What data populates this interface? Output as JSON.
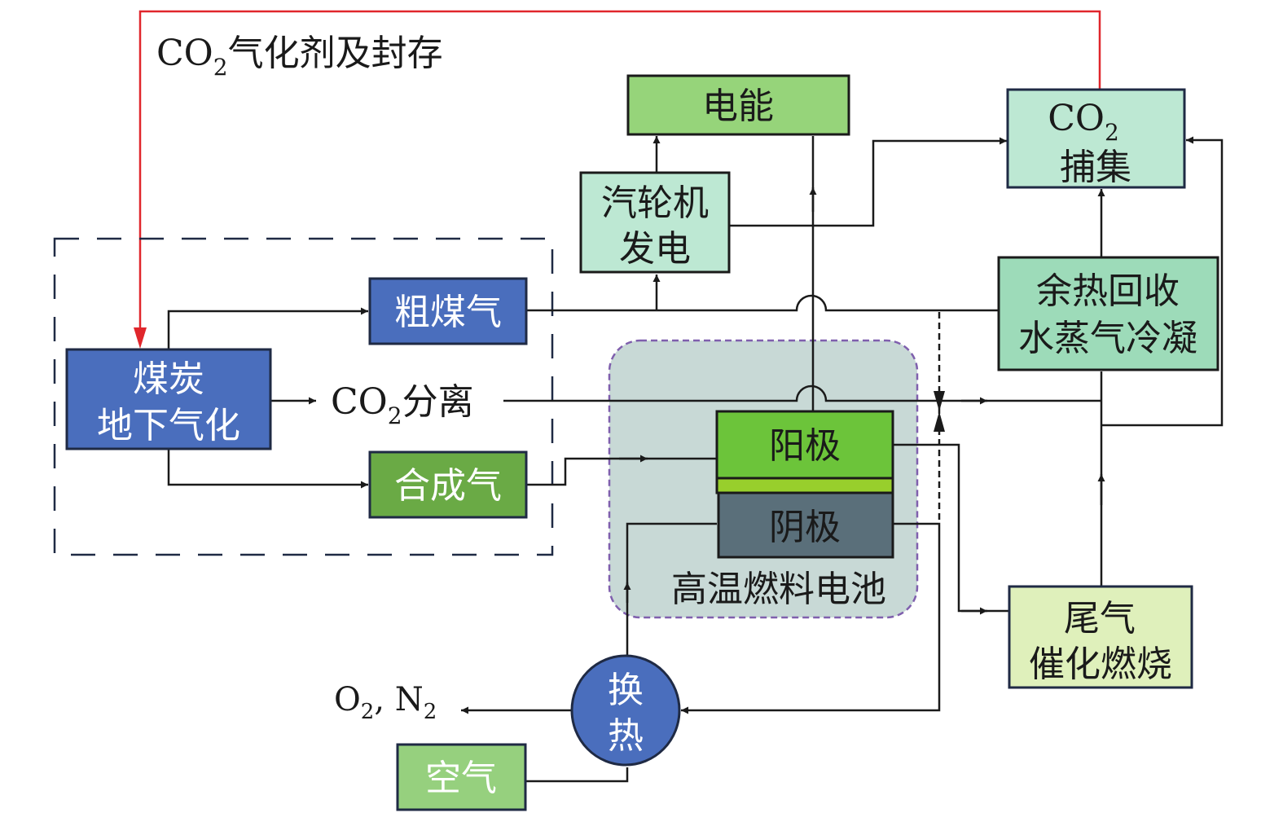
{
  "title": "煤炭地下气化-高温燃料电池耦合CO2捕集系统流程",
  "colors": {
    "blue_box": "#4a6ebd",
    "green_dark": "#6aaa45",
    "green_power": "#96d47a",
    "mint": "#bde8d3",
    "mint_dark": "#9ddbb9",
    "anode": "#6cc43a",
    "electrolyte": "#98cf2c",
    "cathode": "#5a6f7a",
    "fuel_cell_bg": "#c8d9d6",
    "fuel_cell_border": "#7f5fad",
    "tail_gas": "#dff0bb",
    "air": "#96d07e",
    "red_line": "#e0262c",
    "line": "#1a1a1a",
    "dashed_group": "#1f2a44"
  },
  "labels": {
    "co2_agent_prefix": "CO",
    "co2_agent_sub": "2",
    "co2_agent_suffix": "气化剂及封存",
    "coal_line1": "煤炭",
    "coal_line2": "地下气化",
    "raw_gas": "粗煤气",
    "co2_sep_prefix": "CO",
    "co2_sep_sub": "2",
    "co2_sep_suffix": "分离",
    "syngas": "合成气",
    "power": "电能",
    "turbine_line1": "汽轮机",
    "turbine_line2": "发电",
    "capture_prefix": "CO",
    "capture_sub": "2",
    "capture_line2": "捕集",
    "heat_line1": "余热回收",
    "heat_line2": "水蒸气冷凝",
    "anode": "阳极",
    "cathode": "阴极",
    "fuel_cell": "高温燃料电池",
    "tail_line1": "尾气",
    "tail_line2": "催化燃烧",
    "hx_line1": "换",
    "hx_line2": "热",
    "air": "空气",
    "exhaust_o": "O",
    "exhaust_o_sub": "2",
    "exhaust_sep": ", N",
    "exhaust_n_sub": "2"
  }
}
